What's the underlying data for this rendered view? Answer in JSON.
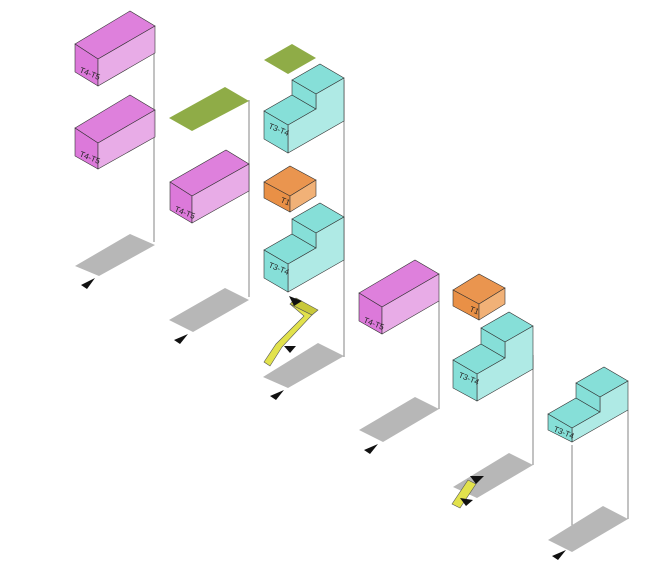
{
  "colors": {
    "magenta": "#d86ad6",
    "cyan": "#79dcd4",
    "orange": "#e88a3c",
    "green": "#8fac47",
    "yellow": "#e2e24c",
    "slab": "#b7b7b7",
    "arrow": "#111111"
  },
  "labels": {
    "t4t5": "T4-T5",
    "t3t4": "T3-T4",
    "t1": "T1"
  }
}
